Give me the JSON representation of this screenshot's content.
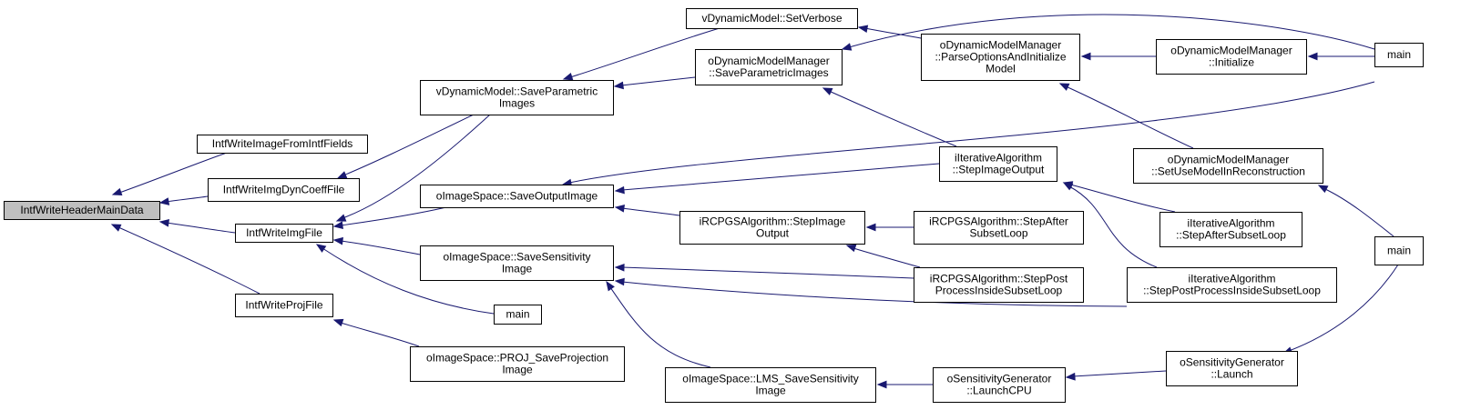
{
  "graph": {
    "nodes": [
      {
        "id": "root",
        "lines": [
          "IntfWriteHeaderMainData"
        ],
        "root": true
      },
      {
        "id": "wifif",
        "lines": [
          "IntfWriteImageFromIntfFields"
        ]
      },
      {
        "id": "widcf",
        "lines": [
          "IntfWriteImgDynCoeffFile"
        ]
      },
      {
        "id": "wif",
        "lines": [
          "IntfWriteImgFile"
        ]
      },
      {
        "id": "wpf",
        "lines": [
          "IntfWriteProjFile"
        ]
      },
      {
        "id": "vdm_spi",
        "lines": [
          "vDynamicModel::SaveParametric",
          "Images"
        ]
      },
      {
        "id": "ois_soi",
        "lines": [
          "oImageSpace::SaveOutputImage"
        ]
      },
      {
        "id": "ois_ssi",
        "lines": [
          "oImageSpace::SaveSensitivity",
          "Image"
        ]
      },
      {
        "id": "main1",
        "lines": [
          "main"
        ]
      },
      {
        "id": "ois_psp",
        "lines": [
          "oImageSpace::PROJ_SaveProjection",
          "Image"
        ]
      },
      {
        "id": "vdm_sv",
        "lines": [
          "vDynamicModel::SetVerbose"
        ]
      },
      {
        "id": "odmm_spi",
        "lines": [
          "oDynamicModelManager",
          "::SaveParametricImages"
        ]
      },
      {
        "id": "ircpgs_sio",
        "lines": [
          "iRCPGSAlgorithm::StepImage",
          "Output"
        ]
      },
      {
        "id": "ois_lms",
        "lines": [
          "oImageSpace::LMS_SaveSensitivity",
          "Image"
        ]
      },
      {
        "id": "odmm_poi",
        "lines": [
          "oDynamicModelManager",
          "::ParseOptionsAndInitialize",
          "Model"
        ]
      },
      {
        "id": "ia_sio",
        "lines": [
          "iIterativeAlgorithm",
          "::StepImageOutput"
        ]
      },
      {
        "id": "ircpgs_sasl",
        "lines": [
          "iRCPGSAlgorithm::StepAfter",
          "SubsetLoop"
        ]
      },
      {
        "id": "ircpgs_sppisl",
        "lines": [
          "iRCPGSAlgorithm::StepPost",
          "ProcessInsideSubsetLoop"
        ]
      },
      {
        "id": "osg_lcpu",
        "lines": [
          "oSensitivityGenerator",
          "::LaunchCPU"
        ]
      },
      {
        "id": "odmm_init",
        "lines": [
          "oDynamicModelManager",
          "::Initialize"
        ]
      },
      {
        "id": "odmm_sumir",
        "lines": [
          "oDynamicModelManager",
          "::SetUseModelInReconstruction"
        ]
      },
      {
        "id": "ia_sasl",
        "lines": [
          "iIterativeAlgorithm",
          "::StepAfterSubsetLoop"
        ]
      },
      {
        "id": "ia_sppisl",
        "lines": [
          "iIterativeAlgorithm",
          "::StepPostProcessInsideSubsetLoop"
        ]
      },
      {
        "id": "osg_launch",
        "lines": [
          "oSensitivityGenerator",
          "::Launch"
        ]
      },
      {
        "id": "main2",
        "lines": [
          "main"
        ]
      },
      {
        "id": "main3",
        "lines": [
          "main"
        ]
      }
    ],
    "edges": [
      {
        "from": "wifif",
        "to": "root"
      },
      {
        "from": "widcf",
        "to": "root"
      },
      {
        "from": "wif",
        "to": "root"
      },
      {
        "from": "wpf",
        "to": "root"
      },
      {
        "from": "vdm_spi",
        "to": "widcf"
      },
      {
        "from": "vdm_spi",
        "to": "wif"
      },
      {
        "from": "ois_soi",
        "to": "wif"
      },
      {
        "from": "ois_ssi",
        "to": "wif"
      },
      {
        "from": "main1",
        "to": "wif"
      },
      {
        "from": "ois_psp",
        "to": "wpf"
      },
      {
        "from": "vdm_sv",
        "to": "vdm_spi"
      },
      {
        "from": "odmm_spi",
        "to": "vdm_spi"
      },
      {
        "from": "ircpgs_sio",
        "to": "ois_soi"
      },
      {
        "from": "ia_sio",
        "to": "ois_soi"
      },
      {
        "from": "main2",
        "to": "ois_soi"
      },
      {
        "from": "ircpgs_sppisl",
        "to": "ois_ssi"
      },
      {
        "from": "ia_sppisl",
        "to": "ois_ssi"
      },
      {
        "from": "ois_lms",
        "to": "ois_ssi"
      },
      {
        "from": "odmm_poi",
        "to": "vdm_sv"
      },
      {
        "from": "main2",
        "to": "odmm_spi"
      },
      {
        "from": "ia_sio",
        "to": "odmm_spi"
      },
      {
        "from": "ircpgs_sasl",
        "to": "ircpgs_sio"
      },
      {
        "from": "ircpgs_sppisl",
        "to": "ircpgs_sio"
      },
      {
        "from": "osg_lcpu",
        "to": "ois_lms"
      },
      {
        "from": "odmm_init",
        "to": "odmm_poi"
      },
      {
        "from": "odmm_sumir",
        "to": "odmm_poi"
      },
      {
        "from": "ia_sasl",
        "to": "ia_sio"
      },
      {
        "from": "ia_sppisl",
        "to": "ia_sio"
      },
      {
        "from": "osg_launch",
        "to": "osg_lcpu"
      },
      {
        "from": "main2",
        "to": "odmm_init"
      },
      {
        "from": "main3",
        "to": "odmm_sumir"
      },
      {
        "from": "main3",
        "to": "osg_launch"
      }
    ]
  }
}
